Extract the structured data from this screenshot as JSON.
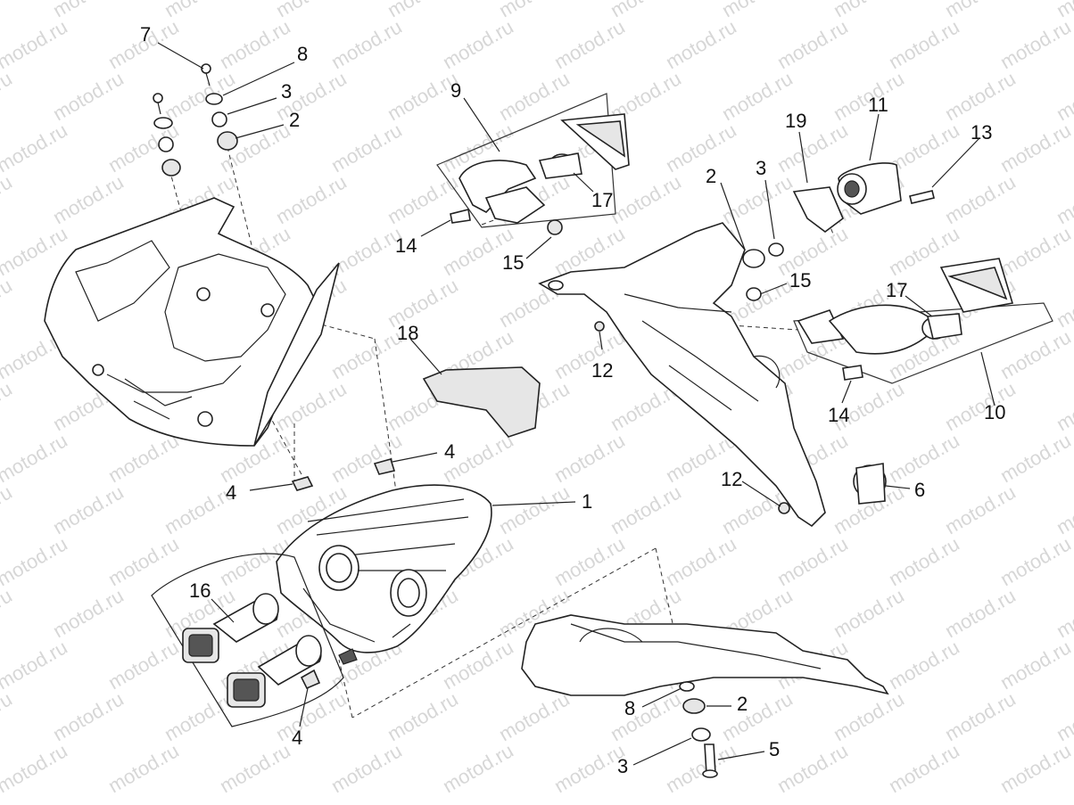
{
  "watermark_text": "motod.ru",
  "callouts": [
    {
      "id": "c7a",
      "text": "7"
    },
    {
      "id": "c8a",
      "text": "8"
    },
    {
      "id": "c3a",
      "text": "3"
    },
    {
      "id": "c2a",
      "text": "2"
    },
    {
      "id": "c9",
      "text": "9"
    },
    {
      "id": "c17a",
      "text": "17"
    },
    {
      "id": "c14a",
      "text": "14"
    },
    {
      "id": "c15a",
      "text": "15"
    },
    {
      "id": "c2b",
      "text": "2"
    },
    {
      "id": "c3b",
      "text": "3"
    },
    {
      "id": "c19",
      "text": "19"
    },
    {
      "id": "c11",
      "text": "11"
    },
    {
      "id": "c13",
      "text": "13"
    },
    {
      "id": "c15b",
      "text": "15"
    },
    {
      "id": "c17b",
      "text": "17"
    },
    {
      "id": "c18",
      "text": "18"
    },
    {
      "id": "c12a",
      "text": "12"
    },
    {
      "id": "c14b",
      "text": "14"
    },
    {
      "id": "c10",
      "text": "10"
    },
    {
      "id": "c4a",
      "text": "4"
    },
    {
      "id": "c4b",
      "text": "4"
    },
    {
      "id": "c1",
      "text": "1"
    },
    {
      "id": "c12b",
      "text": "12"
    },
    {
      "id": "c6",
      "text": "6"
    },
    {
      "id": "c16",
      "text": "16"
    },
    {
      "id": "c4c",
      "text": "4"
    },
    {
      "id": "c8b",
      "text": "8"
    },
    {
      "id": "c2c",
      "text": "2"
    },
    {
      "id": "c3c",
      "text": "3"
    },
    {
      "id": "c5",
      "text": "5"
    }
  ]
}
